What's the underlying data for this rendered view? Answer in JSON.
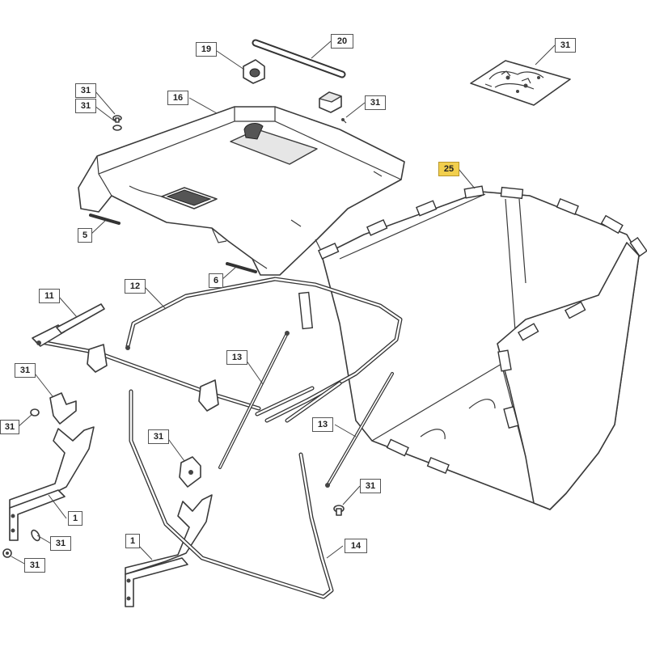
{
  "diagram": {
    "callouts": [
      {
        "id": "c20",
        "text": "20"
      },
      {
        "id": "c19",
        "text": "19"
      },
      {
        "id": "c31-bag",
        "text": "31"
      },
      {
        "id": "c31-a",
        "text": "31"
      },
      {
        "id": "c31-b",
        "text": "31"
      },
      {
        "id": "c16",
        "text": "16"
      },
      {
        "id": "c31-clip",
        "text": "31"
      },
      {
        "id": "c25",
        "text": "25",
        "highlight": true
      },
      {
        "id": "c5",
        "text": "5"
      },
      {
        "id": "c6",
        "text": "6"
      },
      {
        "id": "c11",
        "text": "11"
      },
      {
        "id": "c12",
        "text": "12"
      },
      {
        "id": "c31-c",
        "text": "31"
      },
      {
        "id": "c13-a",
        "text": "13"
      },
      {
        "id": "c31-d",
        "text": "31"
      },
      {
        "id": "c13-b",
        "text": "13"
      },
      {
        "id": "c31-e",
        "text": "31"
      },
      {
        "id": "c31-f",
        "text": "31"
      },
      {
        "id": "c1-a",
        "text": "1"
      },
      {
        "id": "c31-g",
        "text": "31"
      },
      {
        "id": "c31-h",
        "text": "31"
      },
      {
        "id": "c1-b",
        "text": "1"
      },
      {
        "id": "c14",
        "text": "14"
      }
    ],
    "highlight_color": "#f2cf4d"
  }
}
